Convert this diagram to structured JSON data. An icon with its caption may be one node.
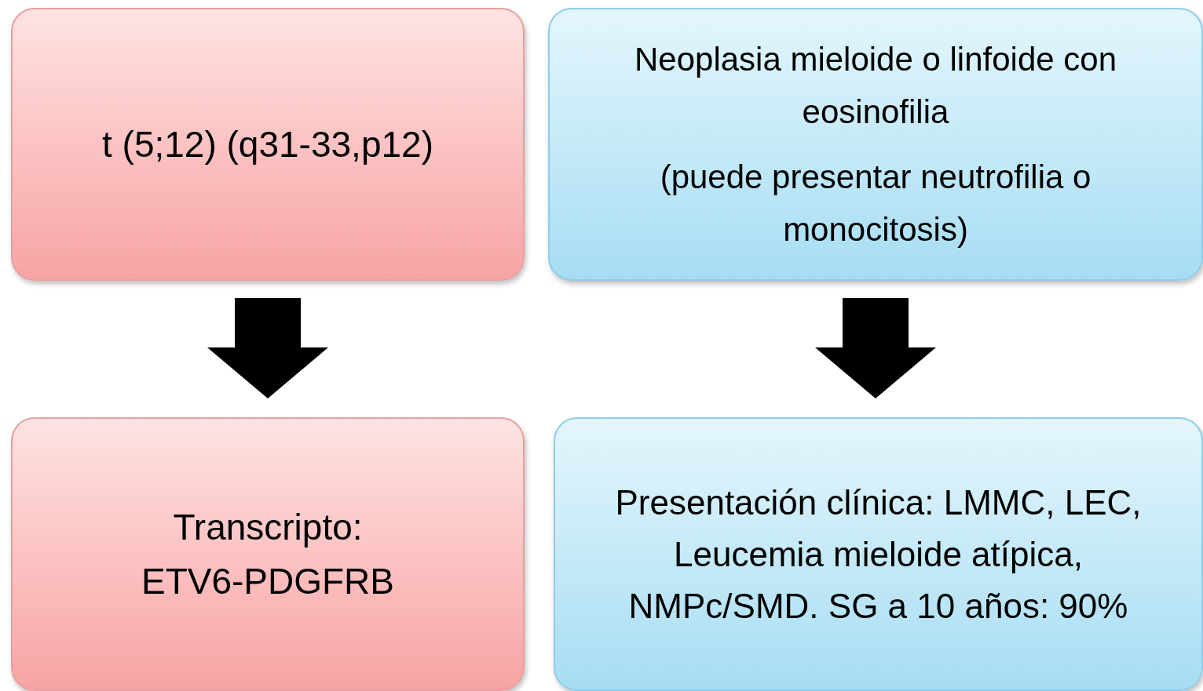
{
  "diagram": {
    "nodes": [
      {
        "text": [
          "t (5;12) (q31-33,p12)"
        ]
      },
      {
        "text": [
          "Neoplasia mieloide o linfoide con eosinofilia",
          "(puede presentar neutrofilia o monocitosis)"
        ]
      },
      {
        "text": [
          "Transcripto: ETV6-PDGFRB"
        ]
      },
      {
        "text": [
          "Presentación clínica: LMMC, LEC, Leucemia mieloide atípica, NMPc/SMD. SG a 10 años: 90%"
        ]
      }
    ],
    "edges": [
      {
        "from": 0,
        "to": 2,
        "arrow": "to",
        "style": "thick"
      },
      {
        "from": 1,
        "to": 3,
        "arrow": "to",
        "style": "thick"
      }
    ]
  }
}
